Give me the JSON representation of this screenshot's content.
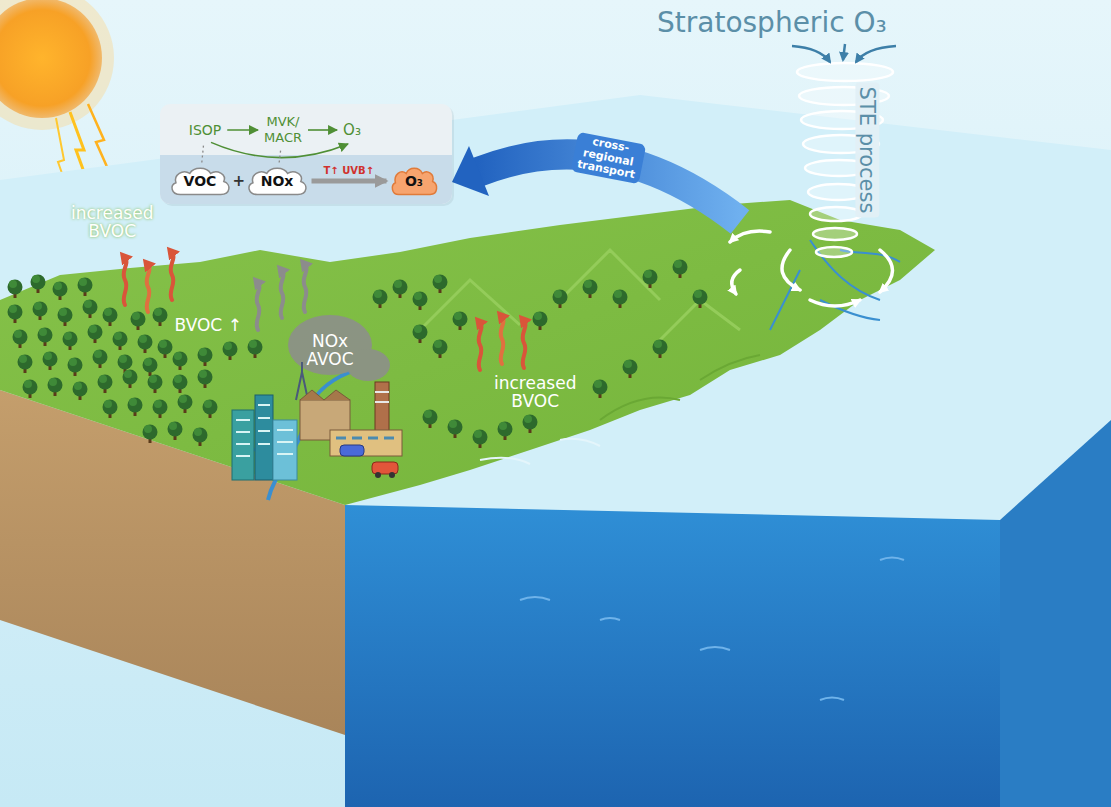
{
  "diagram": {
    "nodes": [
      {
        "text": [
          "ISOP"
        ]
      },
      {
        "text": [
          "MVK/ MACR"
        ]
      },
      {
        "text": [
          "O₃"
        ]
      },
      {
        "text": [
          "VOC"
        ]
      },
      {
        "text": [
          "NOx"
        ]
      },
      {
        "text": [
          "O₃"
        ]
      }
    ],
    "edges": [
      {
        "from": 0,
        "to": 1,
        "arrow": "to"
      },
      {
        "from": 1,
        "to": 2,
        "arrow": "to"
      },
      {
        "from": 0,
        "to": 2,
        "arrow": "to"
      },
      {
        "from": 4,
        "to": 5,
        "arrow": "to",
        "label": "T↑ UVB↑"
      },
      {
        "from": 3,
        "to": 0,
        "arrow": "none"
      },
      {
        "from": 4,
        "to": 1,
        "arrow": "none"
      }
    ],
    "labels": [
      "+",
      "Stratospheric O₃",
      "STE process",
      "cross-regional transport",
      "increased BVOC",
      "BVOC ↑",
      "NOx AVOC",
      "increased BVOC"
    ]
  }
}
